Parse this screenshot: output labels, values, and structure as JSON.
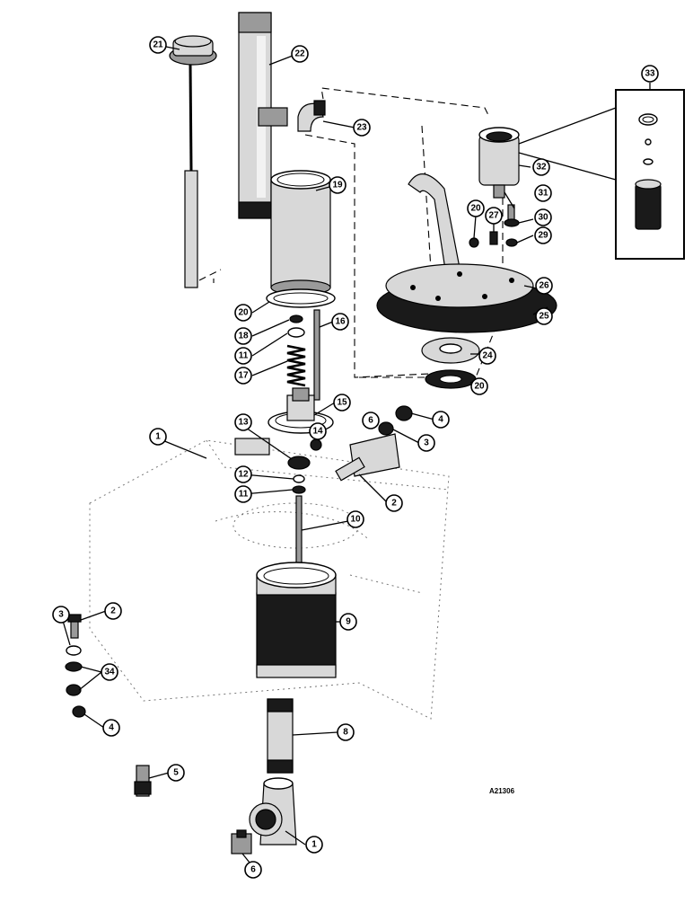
{
  "diagram": {
    "reference_code": "A21306",
    "inset_callout": "33",
    "callouts": [
      {
        "id": "c1a",
        "label": "1"
      },
      {
        "id": "c1b",
        "label": "1"
      },
      {
        "id": "c2a",
        "label": "2"
      },
      {
        "id": "c2b",
        "label": "2"
      },
      {
        "id": "c3a",
        "label": "3"
      },
      {
        "id": "c3b",
        "label": "3"
      },
      {
        "id": "c4a",
        "label": "4"
      },
      {
        "id": "c4b",
        "label": "4"
      },
      {
        "id": "c5",
        "label": "5"
      },
      {
        "id": "c6a",
        "label": "6"
      },
      {
        "id": "c6b",
        "label": "6"
      },
      {
        "id": "c8",
        "label": "8"
      },
      {
        "id": "c9",
        "label": "9"
      },
      {
        "id": "c10",
        "label": "10"
      },
      {
        "id": "c11a",
        "label": "11"
      },
      {
        "id": "c11b",
        "label": "11"
      },
      {
        "id": "c12",
        "label": "12"
      },
      {
        "id": "c13",
        "label": "13"
      },
      {
        "id": "c14",
        "label": "14"
      },
      {
        "id": "c15",
        "label": "15"
      },
      {
        "id": "c16",
        "label": "16"
      },
      {
        "id": "c17",
        "label": "17"
      },
      {
        "id": "c18",
        "label": "18"
      },
      {
        "id": "c19",
        "label": "19"
      },
      {
        "id": "c20a",
        "label": "20"
      },
      {
        "id": "c20b",
        "label": "20"
      },
      {
        "id": "c20c",
        "label": "20"
      },
      {
        "id": "c21",
        "label": "21"
      },
      {
        "id": "c22",
        "label": "22"
      },
      {
        "id": "c23",
        "label": "23"
      },
      {
        "id": "c24",
        "label": "24"
      },
      {
        "id": "c25",
        "label": "25"
      },
      {
        "id": "c26",
        "label": "26"
      },
      {
        "id": "c27",
        "label": "27"
      },
      {
        "id": "c29",
        "label": "29"
      },
      {
        "id": "c30",
        "label": "30"
      },
      {
        "id": "c31",
        "label": "31"
      },
      {
        "id": "c32",
        "label": "32"
      },
      {
        "id": "c34",
        "label": "34"
      }
    ]
  }
}
